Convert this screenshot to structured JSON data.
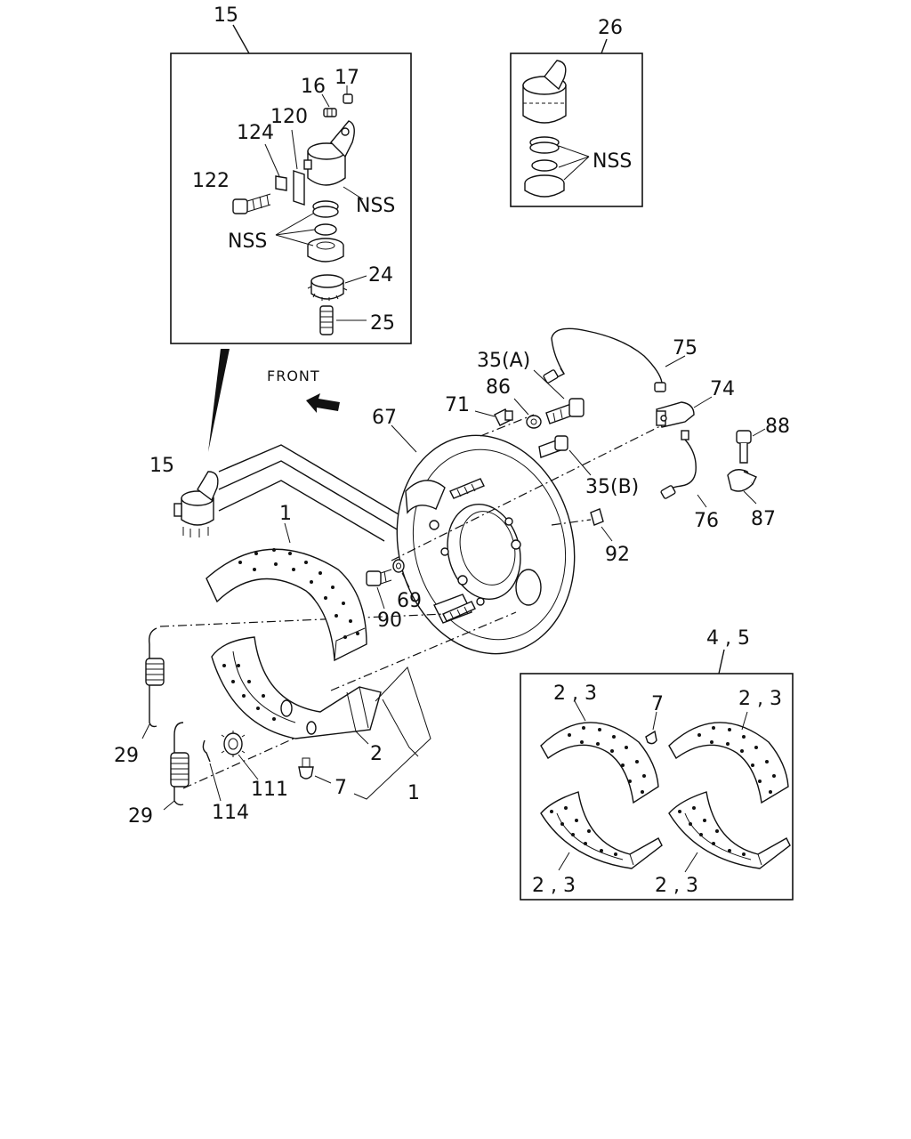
{
  "labels": {
    "l15_top": "15",
    "l16": "16",
    "l17": "17",
    "l120": "120",
    "l124": "124",
    "l122": "122",
    "nss_a": "NSS",
    "nss_b": "NSS",
    "l24": "24",
    "l25": "25",
    "l26": "26",
    "nss_c": "NSS",
    "front": "FRONT",
    "l35a": "35(A)",
    "l75": "75",
    "l86": "86",
    "l71": "71",
    "l74": "74",
    "l67": "67",
    "l88": "88",
    "l15_side": "15",
    "l35b": "35(B)",
    "l76": "76",
    "l87": "87",
    "l1_top": "1",
    "l92": "92",
    "l69": "69",
    "l90": "90",
    "l45": "4 , 5",
    "l29_a": "29",
    "l2": "2",
    "l111": "111",
    "l7_main": "7",
    "l1_bottom": "1",
    "l29_b": "29",
    "l114": "114",
    "k23_a": "2 , 3",
    "k7": "7",
    "k23_b": "2 , 3",
    "k23_c": "2 , 3",
    "k23_d": "2 , 3"
  }
}
